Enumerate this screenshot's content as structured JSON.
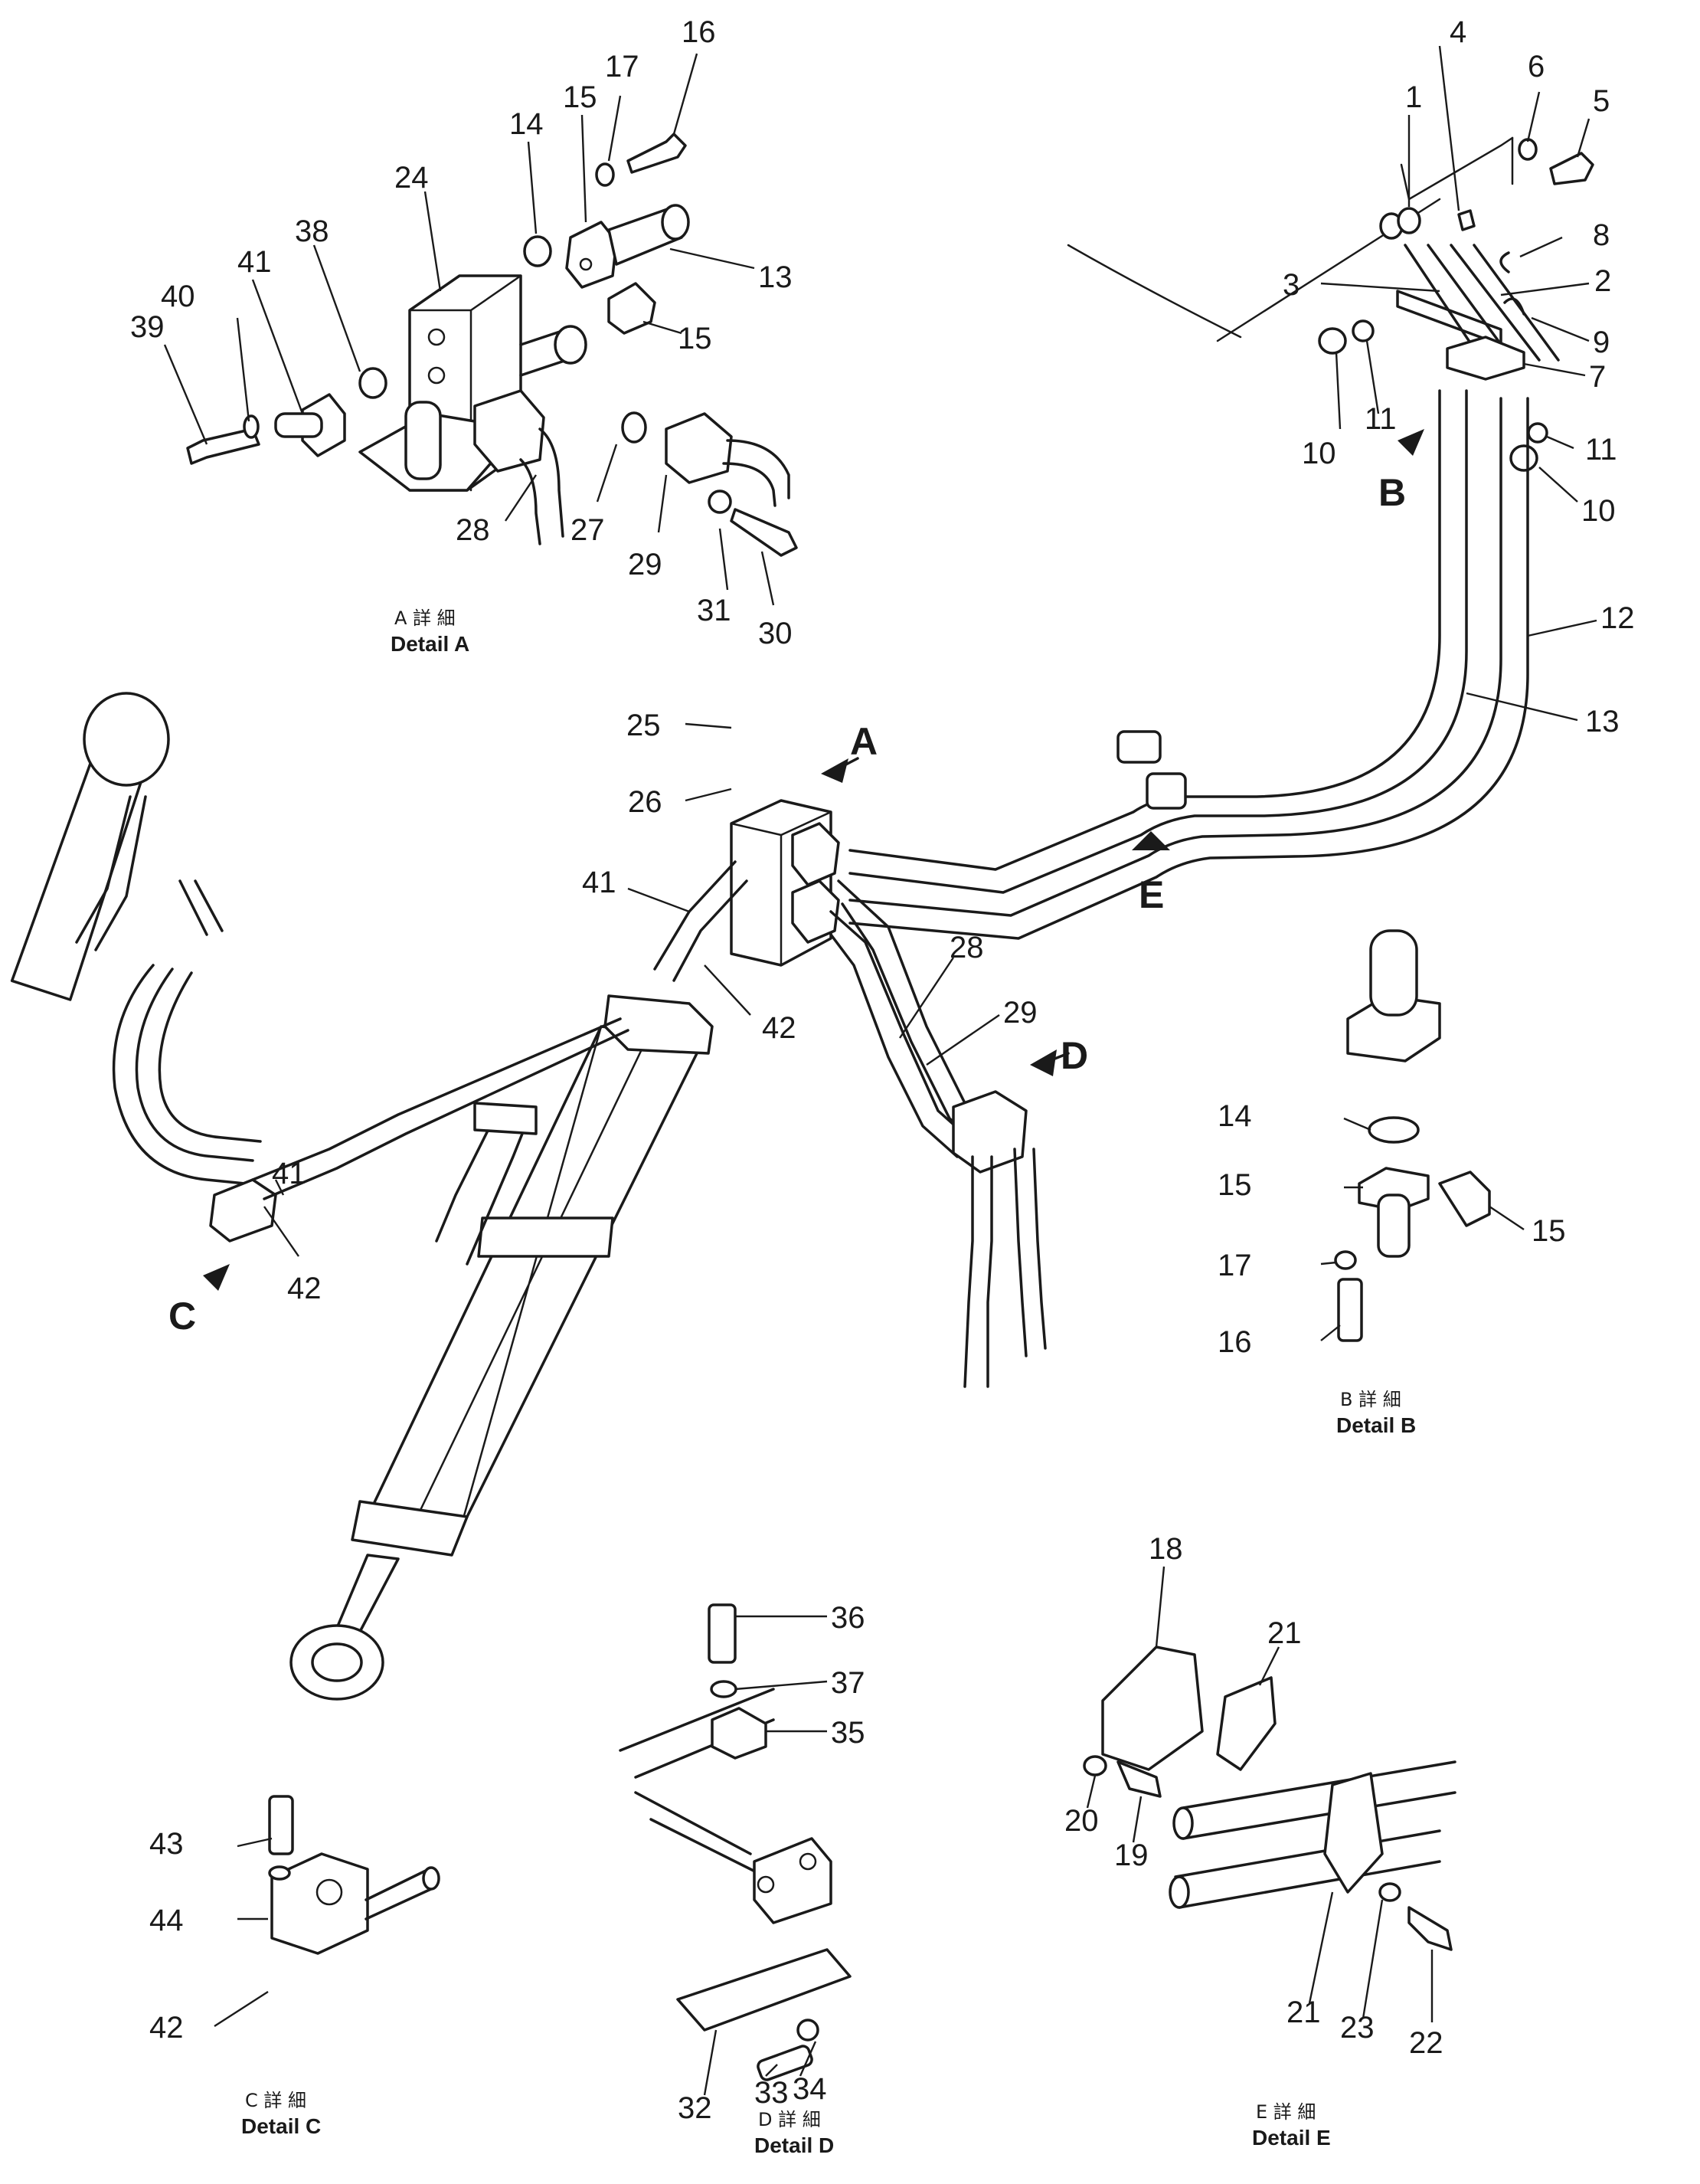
{
  "parts": [
    "1",
    "2",
    "3",
    "4",
    "5",
    "6",
    "7",
    "8",
    "9",
    "10",
    "11",
    "12",
    "13",
    "14",
    "15",
    "16",
    "17",
    "18",
    "19",
    "20",
    "21",
    "22",
    "23",
    "24",
    "25",
    "26",
    "27",
    "28",
    "29",
    "30",
    "31",
    "32",
    "33",
    "34",
    "35",
    "36",
    "37",
    "38",
    "39",
    "40",
    "41",
    "42",
    "43",
    "44"
  ],
  "views": [
    "A",
    "B",
    "C",
    "D",
    "E"
  ],
  "details": {
    "A": {
      "jp": "A 詳 細",
      "en": "Detail  A"
    },
    "B": {
      "jp": "B 詳 細",
      "en": "Detail  B"
    },
    "C": {
      "jp": "C 詳 細",
      "en": "Detail  C"
    },
    "D": {
      "jp": "D 詳 細",
      "en": "Detail  D"
    },
    "E": {
      "jp": "E 詳 細",
      "en": "Detail  E"
    }
  }
}
